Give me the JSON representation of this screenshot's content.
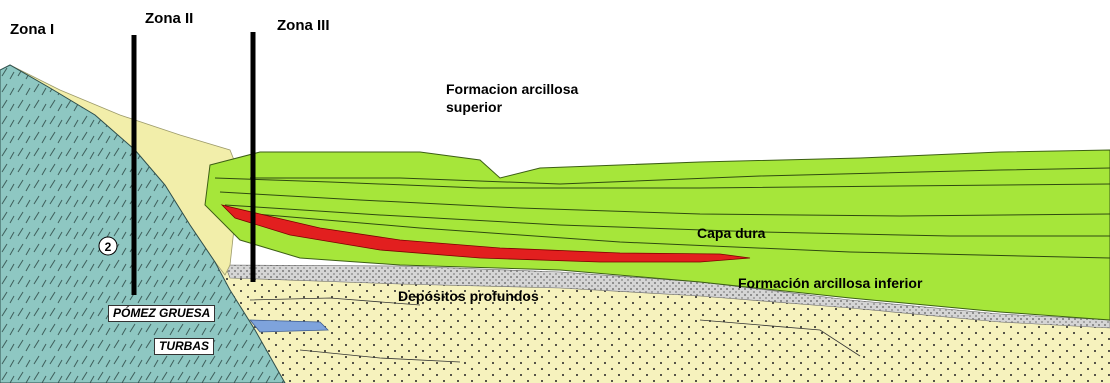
{
  "zones": {
    "zona_1": "Zona I",
    "zona_2": "Zona II",
    "zona_3": "Zona III"
  },
  "labels": {
    "formacion_superior_line1": "Formacion arcillosa",
    "formacion_superior_line2": "superior",
    "capa_dura": "Capa dura",
    "formacion_inferior": "Formación arcillosa inferior",
    "depositos_profundos": "Depósitos profundos",
    "pomez_gruesa": "PÓMEZ GRUESA",
    "turbas": "TURBAS",
    "roca_marker": "2"
  },
  "colors": {
    "rock": "#8ec7c2",
    "tan_deposit": "#f2eeaa",
    "deep_deposit": "#f6f2bd",
    "clay_green": "#a6e63a",
    "hard_layer": "#e21f1f",
    "gravel_band": "#c9c9c9",
    "turba_lens": "#7ea3dc"
  }
}
